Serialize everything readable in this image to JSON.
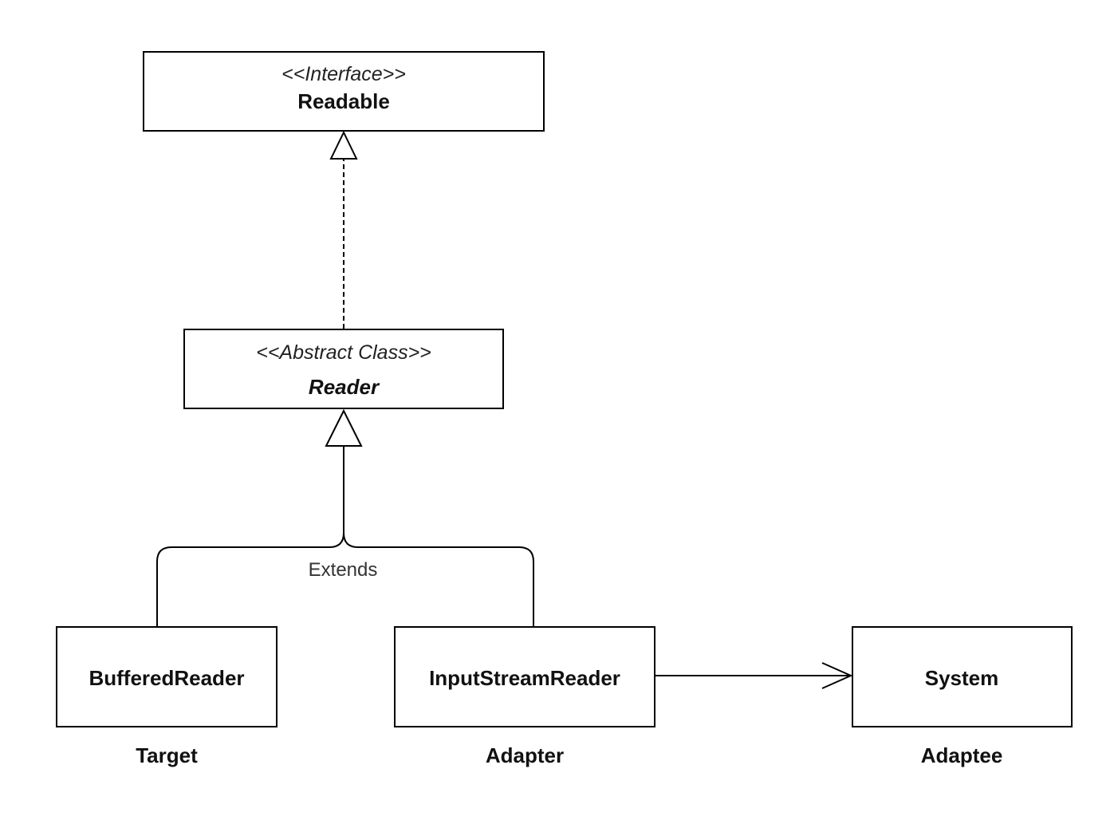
{
  "nodes": {
    "readable": {
      "stereotype": "<<Interface>>",
      "name": "Readable"
    },
    "reader": {
      "stereotype": "<<Abstract Class>>",
      "name": "Reader"
    },
    "buffered_reader": {
      "name": "BufferedReader",
      "role": "Target"
    },
    "input_stream_reader": {
      "name": "InputStreamReader",
      "role": "Adapter"
    },
    "system": {
      "name": "System",
      "role": "Adaptee"
    }
  },
  "edges": {
    "extends_label": "Extends"
  }
}
